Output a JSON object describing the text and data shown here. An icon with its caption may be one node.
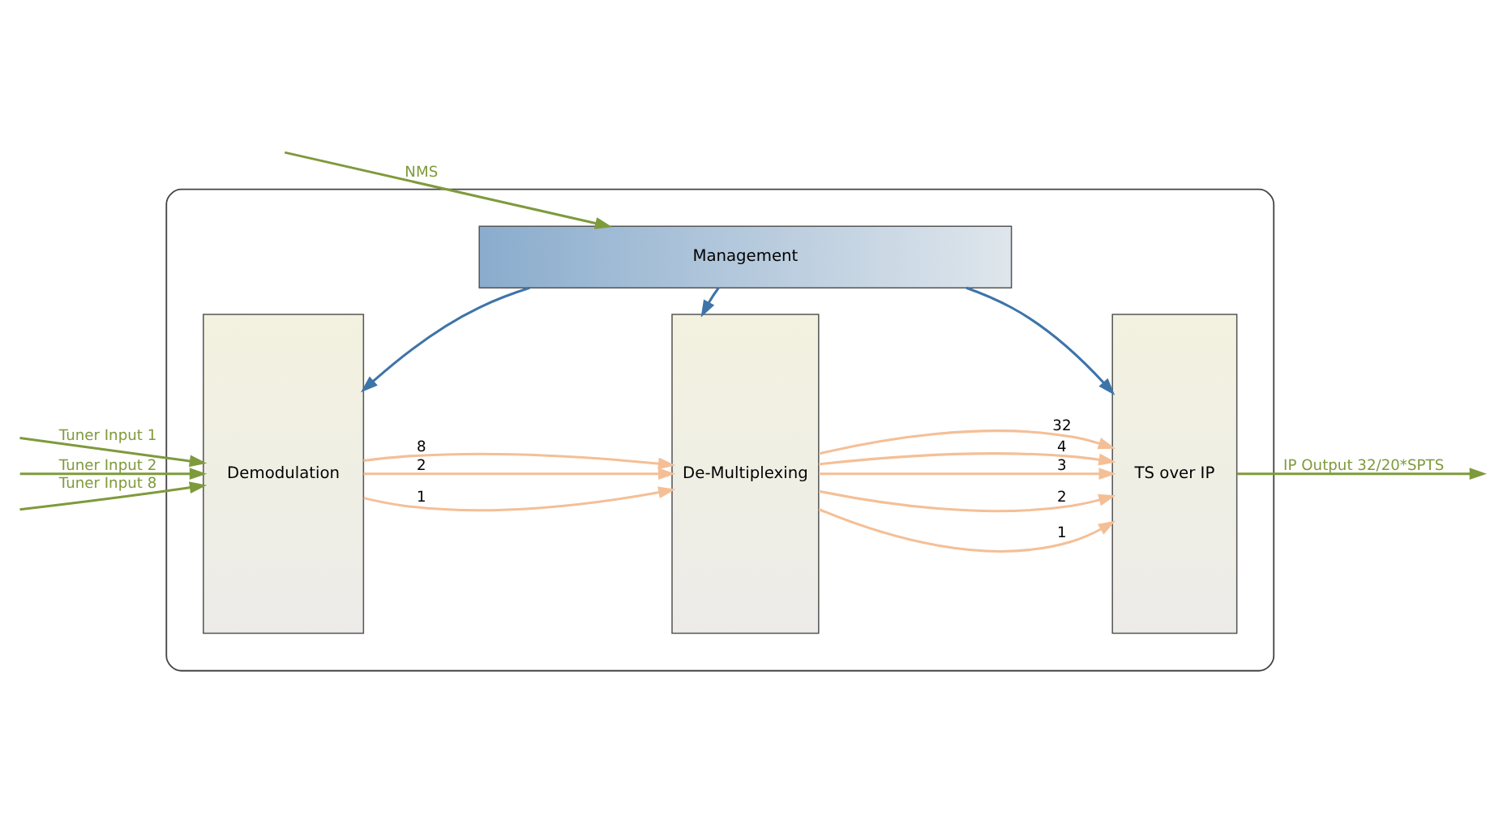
{
  "diagram": {
    "nodes": [
      {
        "text": [],
        "shape": "box"
      },
      {
        "text": [
          "Demodulation"
        ],
        "in": 0
      },
      {
        "text": [
          "De-Multiplexing"
        ],
        "in": 0
      },
      {
        "text": [
          "TS over IP"
        ],
        "in": 0
      },
      {
        "text": [
          "Management"
        ],
        "in": 0
      }
    ],
    "edges": [
      {
        "from": null,
        "to": 1,
        "arrow": "to",
        "label": "Tuner Input 1",
        "color": "#7f9a3c"
      },
      {
        "from": null,
        "to": 1,
        "arrow": "to",
        "label": "Tuner Input 2",
        "color": "#7f9a3c"
      },
      {
        "from": null,
        "to": 1,
        "arrow": "to",
        "label": "Tuner Input 8",
        "color": "#7f9a3c"
      },
      {
        "from": 1,
        "to": 2,
        "arrow": "to",
        "label": "1"
      },
      {
        "from": 1,
        "to": 2,
        "arrow": "to",
        "label": "2"
      },
      {
        "from": 1,
        "to": 2,
        "arrow": "to",
        "label": "8"
      },
      {
        "from": 2,
        "to": 3,
        "arrow": "to",
        "label": "1"
      },
      {
        "from": 2,
        "to": 3,
        "arrow": "to",
        "label": "2"
      },
      {
        "from": 2,
        "to": 3,
        "arrow": "to",
        "label": "3"
      },
      {
        "from": 2,
        "to": 3,
        "arrow": "to",
        "label": "4"
      },
      {
        "from": 2,
        "to": 3,
        "arrow": "to",
        "label": "32"
      },
      {
        "from": 3,
        "to": null,
        "arrow": "to",
        "label": "IP Output 32/20*SPTS",
        "color": "#7f9a3c"
      },
      {
        "from": 4,
        "to": 1,
        "arrow": "to",
        "color": "#3e74a8"
      },
      {
        "from": 4,
        "to": 2,
        "arrow": "to",
        "color": "#3e74a8"
      },
      {
        "from": 4,
        "to": 3,
        "arrow": "to",
        "color": "#3e74a8"
      },
      {
        "from": null,
        "to": 4,
        "arrow": "to",
        "label": "NMS",
        "color": "#7f9a3c"
      }
    ]
  }
}
